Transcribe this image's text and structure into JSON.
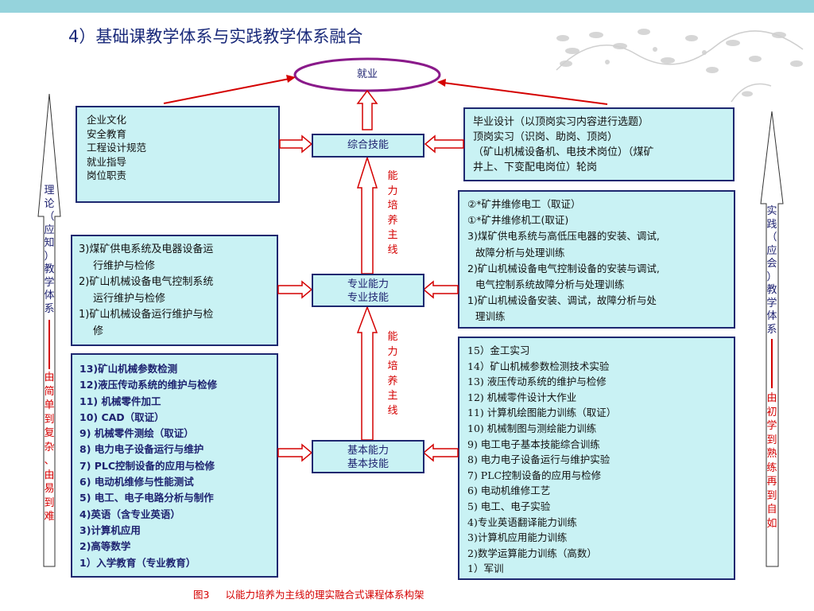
{
  "title": "4）基础课教学体系与实践教学体系融合",
  "jiuye": "就业",
  "nodes": {
    "zonghe": "综合技能",
    "zhuanye": [
      "专业能力",
      "专业技能"
    ],
    "jiben": [
      "基本能力",
      "基本技能"
    ]
  },
  "main_line_label_1": [
    "能",
    "力",
    "培",
    "养",
    "主",
    "线"
  ],
  "main_line_label_2": [
    "能",
    "力",
    "培",
    "养",
    "主",
    "线"
  ],
  "left_axis": [
    "理",
    "论",
    "（",
    "应",
    "知",
    "）",
    "教",
    "学",
    "体",
    "系"
  ],
  "left_axis_red": [
    "由",
    "简",
    "单",
    "到",
    "复",
    "杂",
    "、",
    "由",
    "易",
    "到",
    "难"
  ],
  "right_axis": [
    "实",
    "践",
    "（",
    "应",
    "会",
    "）",
    "教",
    "学",
    "体",
    "系"
  ],
  "right_axis_red": [
    "由",
    "初",
    "学",
    "到",
    "熟",
    "练",
    "再",
    "到",
    "自",
    "如"
  ],
  "box_top_left": [
    "企业文化",
    "安全教育",
    "工程设计规范",
    "就业指导",
    "岗位职责"
  ],
  "box_top_right": [
    "毕业设计（以顶岗实习内容进行选题）",
    "顶岗实习（识岗、助岗、顶岗）",
    "（矿山机械设备机、电技术岗位）（煤矿",
    "井上、下变配电岗位）轮岗"
  ],
  "box_mid_left": [
    "3)煤矿供电系统及电器设备运",
    "行维护与检修",
    "2)矿山机械设备电气控制系统",
    "运行维护与检修",
    "1)矿山机械设备运行维护与检",
    "修"
  ],
  "box_mid_right": [
    "②*矿井维修电工（取证）",
    "①*矿井维修机工(取证)",
    "3)煤矿供电系统与高低压电器的安装、调试,",
    "故障分析与处理训练",
    "2)矿山机械设备电气控制设备的安装与调试,",
    "电气控制系统故障分析与处理训练",
    "1)矿山机械设备安装、调试，故障分析与处",
    "理训练"
  ],
  "box_bottom_left": [
    "13)矿山机械参数检测",
    "12)液压传动系统的维护与检修",
    "11) 机械零件加工",
    "10) CAD（取证）",
    "9) 机械零件测绘（取证）",
    "8) 电力电子设备运行与维护",
    "7) PLC控制设备的应用与检修",
    "6) 电动机维修与性能测试",
    "5) 电工、电子电路分析与制作",
    "4)英语（含专业英语）",
    "3)计算机应用",
    "2)高等数学",
    "1）入学教育（专业教育）"
  ],
  "box_bottom_right": [
    "15）金工实习",
    "14）矿山机械参数检测技术实验",
    "13) 液压传动系统的维护与检修",
    "12) 机械零件设计大作业",
    "11) 计算机绘图能力训练（取证）",
    "10) 机械制图与测绘能力训练",
    "9) 电工电子基本技能综合训练",
    "8) 电力电子设备运行与维护实验",
    "7) PLC控制设备的应用与检修",
    "6) 电动机维修工艺",
    "5) 电工、电子实验",
    "4)专业英语翻译能力训练",
    "3)计算机应用能力训练",
    "2)数学运算能力训练（高数）",
    "1）军训"
  ],
  "caption_fig": "图3",
  "caption_text": "以能力培养为主线的理实融合式课程体系构架",
  "colors": {
    "box_fill": "#c9f2f4",
    "box_border": "#1e2870",
    "red": "#d40000",
    "ellipse": "#8a1a8a",
    "accent": "#95d3dc"
  }
}
